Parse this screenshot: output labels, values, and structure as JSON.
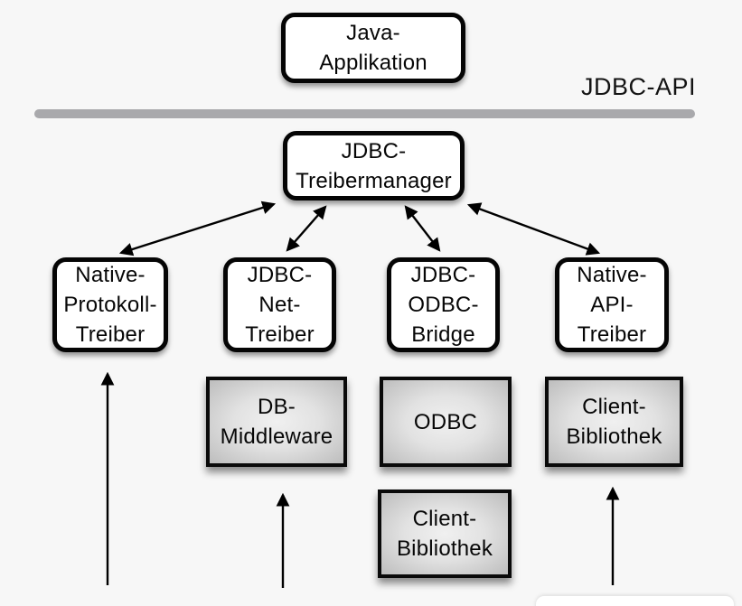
{
  "diagram": {
    "api_label": "JDBC-API",
    "nodes": {
      "java_application": "Java-\nApplikation",
      "treibermanager": "JDBC-\nTreibermanager",
      "native_protokoll_treiber": "Native-\nProtokoll-\nTreiber",
      "jdbc_net_treiber": "JDBC-\nNet-\nTreiber",
      "jdbc_odbc_bridge": "JDBC-\nODBC-\nBridge",
      "native_api_treiber": "Native-\nAPI-\nTreiber",
      "db_middleware": "DB-\nMiddleware",
      "odbc": "ODBC",
      "client_bibliothek_odbc": "Client-\nBibliothek",
      "client_bibliothek_native": "Client-\nBibliothek"
    },
    "colors": {
      "background": "#f7f7f7",
      "separator_line": "#a9a9ac",
      "box_border": "#050505",
      "white_box_fill": "#ffffff",
      "gray_box_fill_center": "#f0f0f0",
      "gray_box_fill_edge": "#bdbdbd",
      "arrow": "#000000"
    }
  }
}
